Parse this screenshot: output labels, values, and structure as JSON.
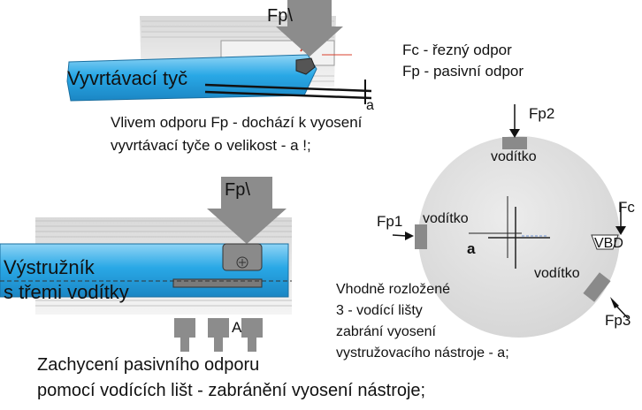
{
  "labels": {
    "fp_top": "Fp\\",
    "legend_fc": "Fc - řezný odpor",
    "legend_fp": "Fp - pasivní odpor",
    "bar_title": "Vyvrtávací tyč",
    "a_top": "a",
    "note_line1": "Vlivem odporu Fp - dochází k vyosení",
    "note_line2": "vyvrtávací tyče o velikost - a !;",
    "fp_mid": "Fp\\",
    "reamer_line1": "Výstružník",
    "reamer_line2": "s třemi vodítky",
    "label_A": "A",
    "bottom_line1": "Zachycení pasivního odporu",
    "bottom_line2": "pomocí vodících lišt - zabránění vyosení nástroje;",
    "fp2": "Fp2",
    "guide_top": "vodítko",
    "fc_circle": "Fc",
    "fp1": "Fp1",
    "guide_left": "vodítko",
    "a_circle": "a",
    "vbd": "VBD",
    "guide_right": "vodítko",
    "fp3": "Fp3",
    "desc_line1": "Vhodně rozložené",
    "desc_line2": "3 - vodící lišty",
    "desc_line3": "zabrání vyosení",
    "desc_line4": "vystružovacího nástroje - a;"
  },
  "colors": {
    "tool_blue": "#29a8e6",
    "arrow_gray": "#8c8c8c",
    "circle_gray": "#dedede",
    "guide_gray": "#8a8a8a",
    "cut_red": "#d9402c"
  }
}
